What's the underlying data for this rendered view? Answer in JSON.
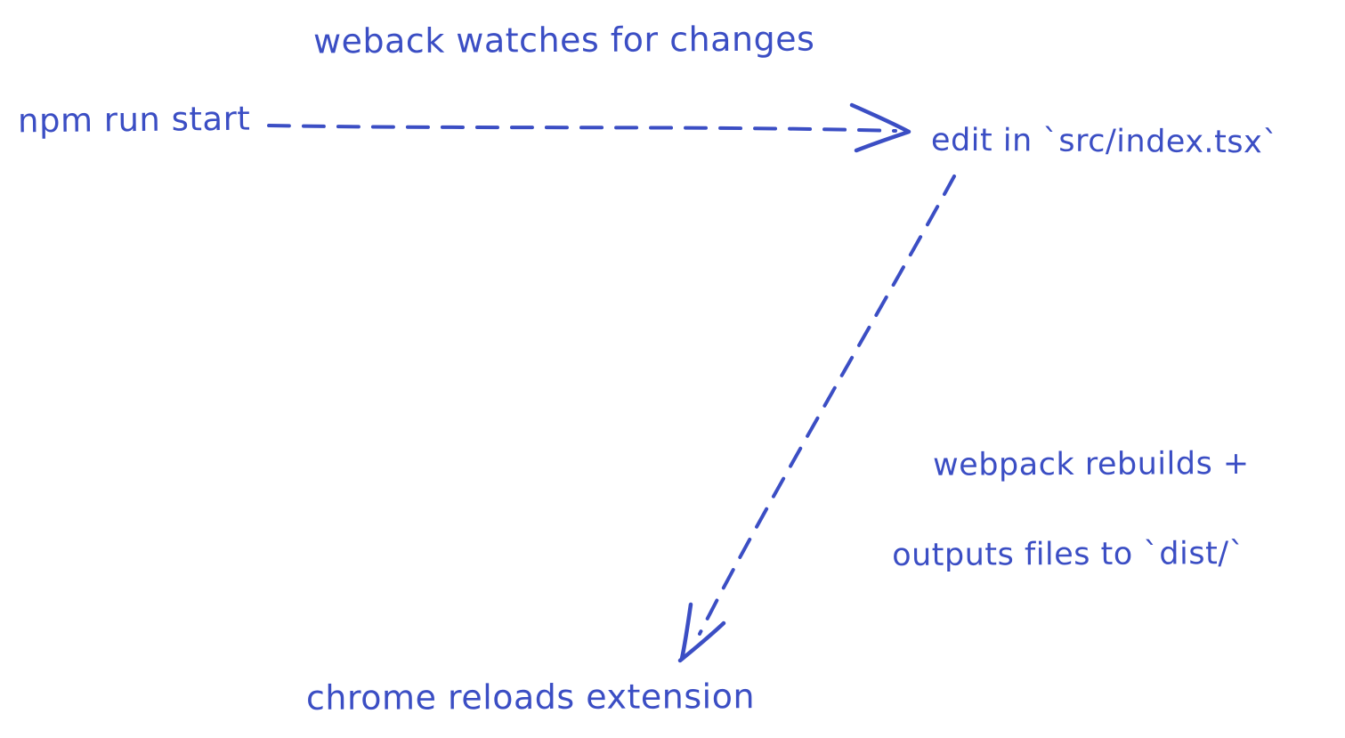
{
  "canvas": {
    "background_color": "#ffffff",
    "ink_color": "#3b4ec4",
    "style": "hand-drawn sketch diagram"
  },
  "labels": {
    "top_caption": "weback watches for changes",
    "npm_run_start": "npm run start",
    "edit_src": "edit in `src/index.tsx`",
    "webpack_rebuilds_line1": "webpack rebuilds +",
    "webpack_rebuilds_line2": "outputs files to `dist/`",
    "chrome_reloads": "chrome reloads extension"
  },
  "arrows": [
    {
      "name": "npm-to-edit",
      "style": "dashed",
      "direction": "right",
      "from": "npm run start",
      "to": "edit in `src/index.tsx`",
      "caption_above": "weback watches for changes"
    },
    {
      "name": "edit-to-chrome",
      "style": "dashed",
      "direction": "down-left",
      "from": "edit in `src/index.tsx`",
      "to": "chrome reloads extension",
      "caption_beside_line1": "webpack rebuilds +",
      "caption_beside_line2": "outputs files to `dist/`"
    }
  ]
}
